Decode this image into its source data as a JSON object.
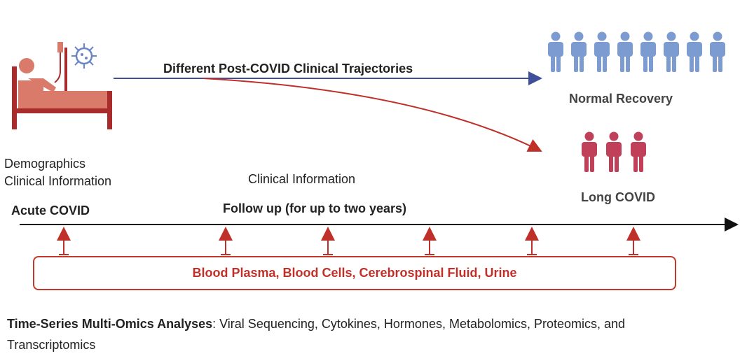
{
  "diagram": {
    "trajectories_title": "Different Post-COVID Clinical Trajectories",
    "normal_recovery_label": "Normal Recovery",
    "long_covid_label": "Long COVID",
    "demographics_line1": "Demographics",
    "demographics_line2": "Clinical Information",
    "clinical_info_label": "Clinical Information",
    "acute_covid_label": "Acute COVID",
    "follow_up_label": "Follow up (for up to two years)",
    "samples_label": "Blood Plasma, Blood Cells, Cerebrospinal Fluid, Urine",
    "footer_bold": "Time-Series Multi-Omics Analyses",
    "footer_rest": ": Viral Sequencing, Cytokines, Hormones, Metabolomics, Proteomics, and Transcriptomics"
  },
  "icons": [
    "hospital-bed-patient-icon",
    "virus-icon",
    "person-icon"
  ],
  "colors": {
    "normal_recovery": "#7b9bd1",
    "long_covid": "#c0405a",
    "red_accent": "#c0302a",
    "blue_arrow": "#3f4f9a",
    "bed": "#d97a6a",
    "bed_frame": "#a92b2b"
  },
  "groups": {
    "normal_recovery_people": 8,
    "long_covid_people": 3,
    "sampling_timepoints": 6
  }
}
